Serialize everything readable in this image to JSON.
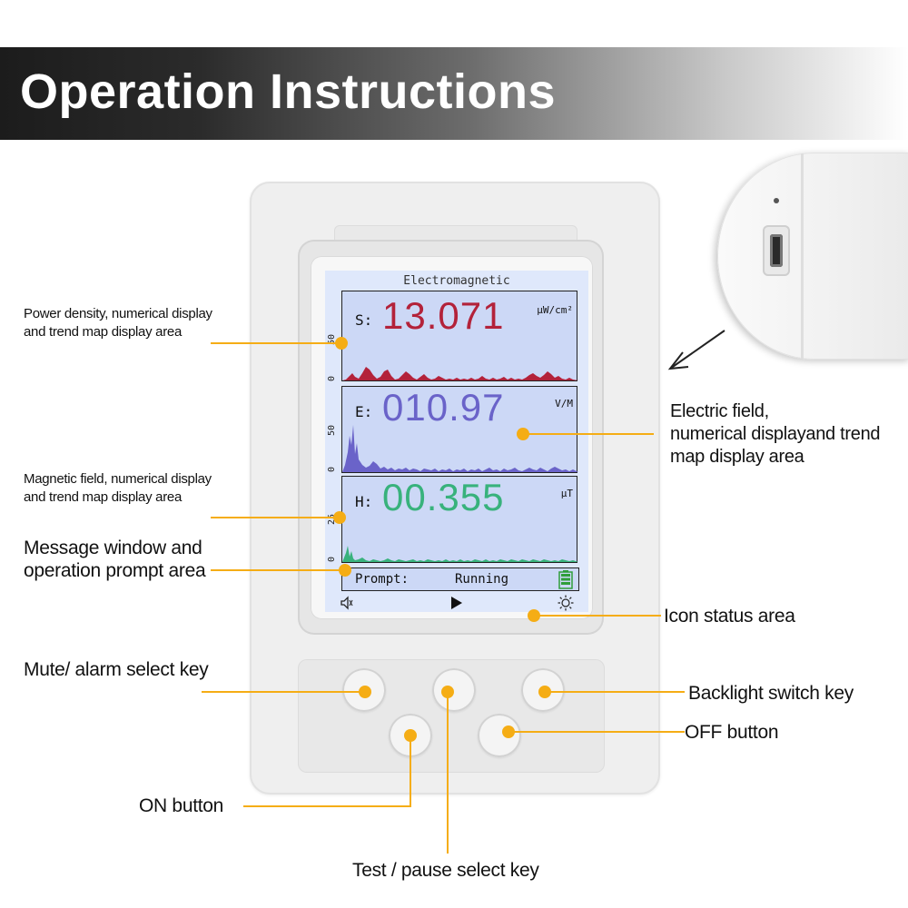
{
  "header": {
    "title": "Operation Instructions"
  },
  "screen": {
    "title": "Electromagnetic",
    "power_density": {
      "label": "S:",
      "value": "13.071",
      "unit": "μW/cm²",
      "axis_top": "50",
      "axis_bottom": "0",
      "color": "#b3223a"
    },
    "electric_field": {
      "label": "E:",
      "value": "010.97",
      "unit": "V/M",
      "axis_top": "50",
      "axis_bottom": "0",
      "color": "#6a63c9"
    },
    "magnetic_field": {
      "label": "H:",
      "value": "00.355",
      "unit": "μT",
      "axis_top": "25",
      "axis_bottom": "0",
      "color": "#38b27c"
    },
    "prompt_label": "Prompt:",
    "prompt_status": "Running",
    "icons": [
      "speaker-icon",
      "play-icon",
      "brightness-icon"
    ]
  },
  "callouts": {
    "power_density": [
      "Power density, numerical display",
      "and trend map display area"
    ],
    "magnetic_field": [
      "Magnetic field, numerical display",
      "and trend map display area"
    ],
    "message_window": [
      "Message window and",
      "operation prompt area"
    ],
    "electric_field": [
      "Electric field,",
      "numerical displayand trend",
      "map display area"
    ],
    "icon_status": "Icon status area",
    "mute_key": "Mute/ alarm select key",
    "backlight_key": "Backlight switch key",
    "off_button": "OFF button",
    "on_button": "ON button",
    "test_key": "Test / pause select key"
  },
  "colors": {
    "accent": "#f5ad15"
  }
}
